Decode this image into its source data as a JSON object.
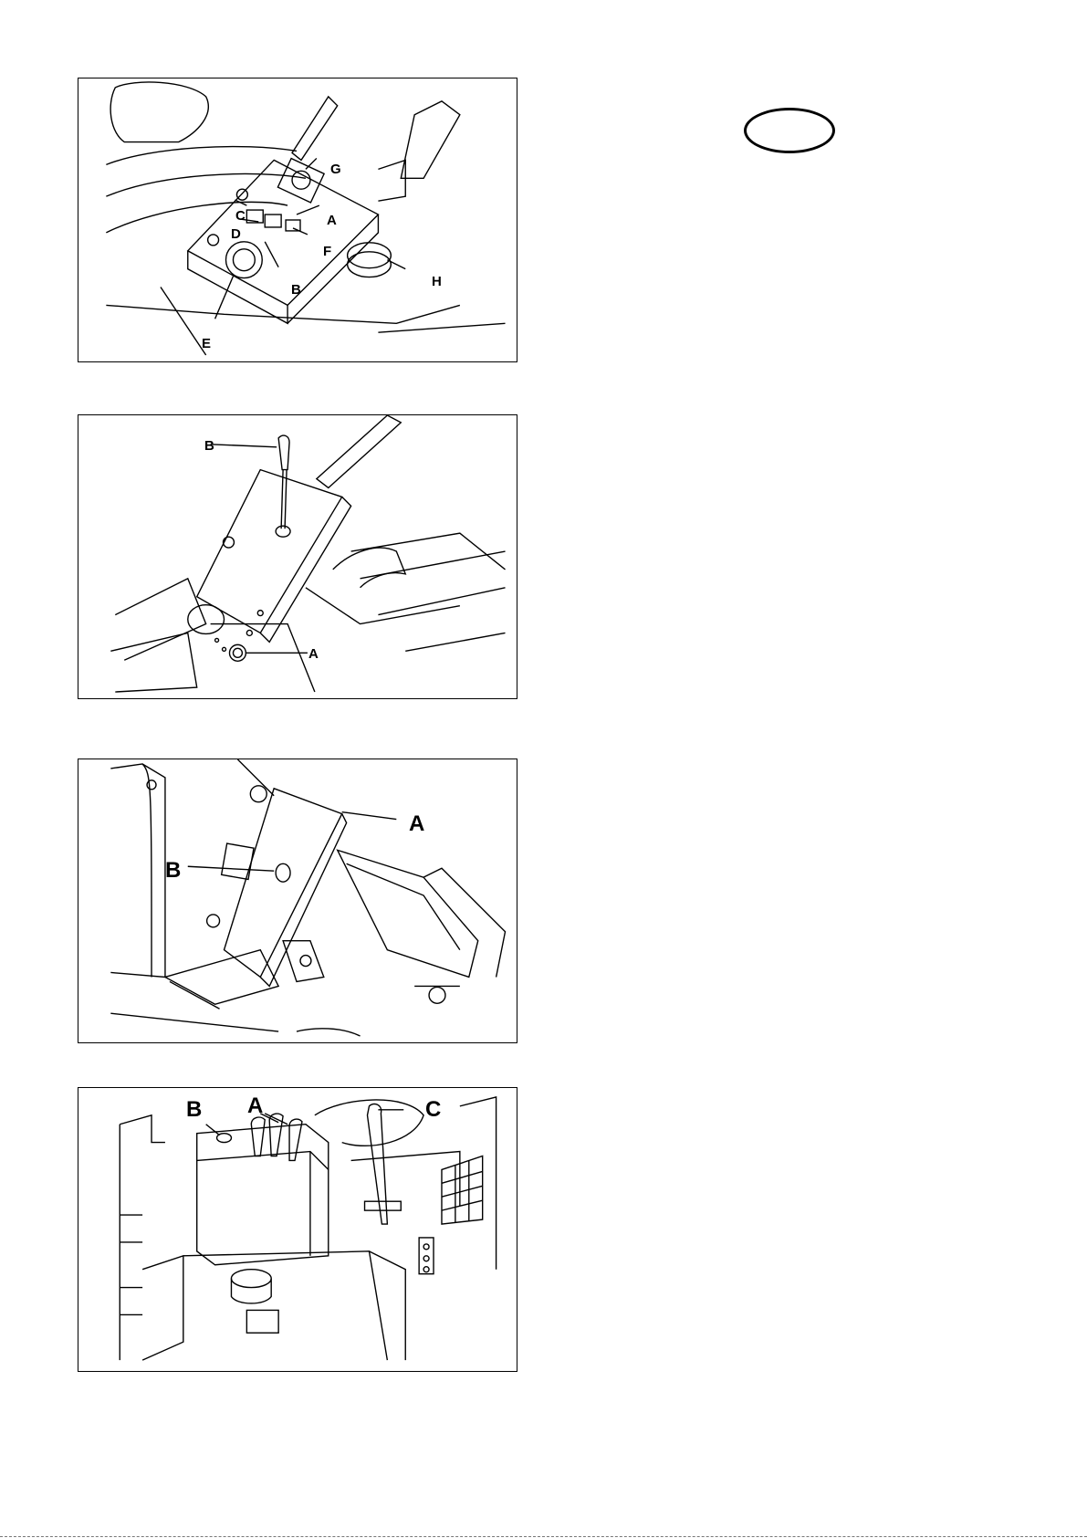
{
  "figure1": {
    "labels": {
      "a": "A",
      "b": "B",
      "c": "C",
      "d": "D",
      "e": "E",
      "f": "F",
      "g": "G",
      "h": "H"
    }
  },
  "figure2": {
    "labels": {
      "a": "A",
      "b": "B"
    }
  },
  "figure3": {
    "labels": {
      "a": "A",
      "b": "B"
    }
  },
  "figure4": {
    "labels": {
      "a": "A",
      "b": "B",
      "c": "C"
    }
  }
}
